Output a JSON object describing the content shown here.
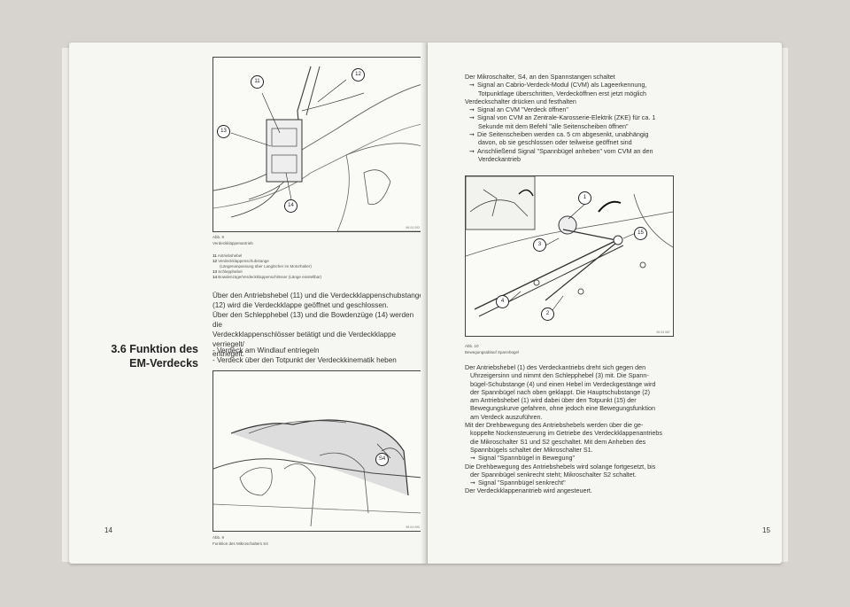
{
  "left_page": {
    "fig8": {
      "caption_number": "Abb. 8",
      "caption_title": "Verdeckklappenantrieb",
      "stamp": "96 04 093",
      "callouts": [
        "11",
        "12",
        "13",
        "14"
      ],
      "legend": [
        {
          "num": "11",
          "text": "Antriebshebel"
        },
        {
          "num": "12",
          "text": "Verdeckklappenschubstange"
        },
        {
          "num": "",
          "text": "(Längenanpassung über Langlöcher im Motorhalter)"
        },
        {
          "num": "13",
          "text": "Schlepphebel"
        },
        {
          "num": "14",
          "text": "Bowdenzüge/Verdeckklappenschlösser (Länge einstellbar)"
        }
      ]
    },
    "paragraph": [
      "Über den Antriebshebel (11) und die Verdeckklappenschubstange",
      "(12) wird die Verdeckklappe geöffnet und geschlossen.",
      "Über den Schlepphebel (13) und die Bowdenzüge (14) werden die",
      "Verdeckklappenschlösser betätigt und die Verdeckklappe verriegelt/",
      "entriegelt."
    ],
    "section_number": "3.6",
    "section_title_line1": "Funktion des",
    "section_title_line2": "EM-Verdecks",
    "steps": [
      "- Verdeck am Windlauf entriegeln",
      "- Verdeck über den Totpunkt der Verdeckkinematik heben"
    ],
    "fig9": {
      "caption_number": "Abb. 9",
      "caption_title": "Funktion des Mikroschalters S4",
      "stamp": "96 04 090",
      "callouts": [
        "S4"
      ]
    },
    "page_number": "14"
  },
  "right_page": {
    "top_list": [
      {
        "type": "dash",
        "text": "Der Mikroschalter, S4, an den Spannstangen schaltet"
      },
      {
        "type": "arrow",
        "text": "Signal an Cabrio-Verdeck-Modul (CVM) als Lageerkennung,"
      },
      {
        "type": "cont",
        "text": "Totpunktlage überschritten, Verdecköffnen erst jetzt möglich"
      },
      {
        "type": "dash",
        "text": "Verdeckschalter drücken und festhalten"
      },
      {
        "type": "arrow",
        "text": "Signal an CVM \"Verdeck öffnen\""
      },
      {
        "type": "arrow",
        "text": "Signal von CVM an Zentrale-Karosserie-Elektrik (ZKE) für ca. 1"
      },
      {
        "type": "cont",
        "text": "Sekunde mit dem Befehl \"alle Seitenscheiben öffnen\""
      },
      {
        "type": "arrow",
        "text": "Die Seitenscheiben werden ca. 5 cm abgesenkt, unabhängig"
      },
      {
        "type": "cont",
        "text": "davon, ob sie geschlossen oder teilweise geöffnet sind"
      },
      {
        "type": "arrow",
        "text": "Anschließend Signal \"Spannbügel anheben\" vom CVM an den"
      },
      {
        "type": "cont",
        "text": "Verdeckantrieb"
      }
    ],
    "arrow_symbol": "➞",
    "fig10": {
      "caption_number": "Abb. 10",
      "caption_title": "Bewegungsablauf Spannbügel",
      "stamp": "96 04 087",
      "callouts": [
        "1",
        "2",
        "3",
        "4",
        "15"
      ]
    },
    "bottom_list": [
      {
        "type": "dash",
        "text": "Der Antriebshebel (1) des Verdeckantriebs dreht sich gegen den"
      },
      {
        "type": "cont",
        "text": "Uhrzeigersinn und nimmt den Schlepphebel (3) mit. Die Spann-"
      },
      {
        "type": "cont",
        "text": "bügel-Schubstange (4) und einen Hebel im Verdeckgestänge wird"
      },
      {
        "type": "cont",
        "text": "der Spannbügel nach oben geklappt. Die Hauptschubstange (2)"
      },
      {
        "type": "cont",
        "text": "am Antriebshebel (1) wird dabei über den Totpunkt (15) der"
      },
      {
        "type": "cont",
        "text": "Bewegungskurve gefahren, ohne jedoch eine Bewegungsfunktion"
      },
      {
        "type": "cont",
        "text": "am Verdeck auszuführen."
      },
      {
        "type": "dash",
        "text": "Mit der Drehbewegung des Antriebshebels werden über die ge-"
      },
      {
        "type": "cont",
        "text": "koppelte Nockensteuerung im Getriebe des Verdeckklappenantriebs"
      },
      {
        "type": "cont",
        "text": "die Mikroschalter S1 und S2 geschaltet. Mit dem Anheben des"
      },
      {
        "type": "cont",
        "text": "Spannbügels schaltet der Mikroschalter S1."
      },
      {
        "type": "arrow",
        "text": "Signal \"Spannbügel in Bewegung\""
      },
      {
        "type": "dash",
        "text": "Die Drehbewegung des Antriebshebels wird solange fortgesetzt, bis"
      },
      {
        "type": "cont",
        "text": "der Spannbügel senkrecht steht; Mikroschalter S2 schaltet."
      },
      {
        "type": "arrow",
        "text": "Signal \"Spannbügel senkrecht\""
      },
      {
        "type": "dash",
        "text": "Der Verdeckklappenantrieb wird angesteuert."
      }
    ],
    "page_number": "15"
  }
}
